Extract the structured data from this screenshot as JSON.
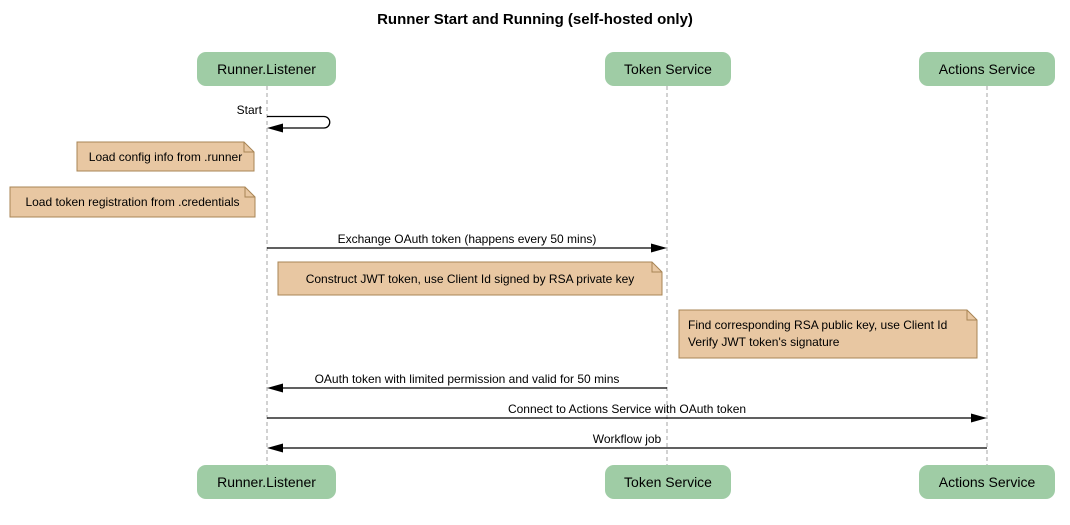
{
  "title": "Runner Start and Running (self-hosted only)",
  "participants": [
    {
      "name": "Runner.Listener"
    },
    {
      "name": "Token Service"
    },
    {
      "name": "Actions Service"
    }
  ],
  "messages": [
    {
      "label": "Start",
      "from": "Runner.Listener",
      "to": "Runner.Listener",
      "kind": "self"
    },
    {
      "label": "Exchange OAuth token (happens every 50 mins)",
      "from": "Runner.Listener",
      "to": "Token Service",
      "kind": "solid-arrow"
    },
    {
      "label": "OAuth token with limited permission and valid for 50 mins",
      "from": "Token Service",
      "to": "Runner.Listener",
      "kind": "solid-arrow"
    },
    {
      "label": "Connect to Actions Service with OAuth token",
      "from": "Runner.Listener",
      "to": "Actions Service",
      "kind": "solid-arrow"
    },
    {
      "label": "Workflow job",
      "from": "Actions Service",
      "to": "Runner.Listener",
      "kind": "solid-arrow"
    }
  ],
  "notes": [
    {
      "text": "Load config info from .runner",
      "placement": "left of Runner.Listener"
    },
    {
      "text": "Load token registration from .credentials",
      "placement": "left of Runner.Listener"
    },
    {
      "text": "Construct JWT token, use Client Id signed by RSA private key",
      "placement": "between Runner.Listener and Token Service"
    },
    {
      "text": "Find corresponding RSA public key, use Client Id\nVerify JWT token's signature",
      "placement": "left of Actions Service"
    }
  ],
  "colors": {
    "bg": "#ffffff",
    "actor-fill": "#9fcca5",
    "actor-text": "#000000",
    "note-fill": "#e8c7a2",
    "note-border": "#a88555",
    "lifeline": "#a6a6a6",
    "arrow": "#000000"
  }
}
